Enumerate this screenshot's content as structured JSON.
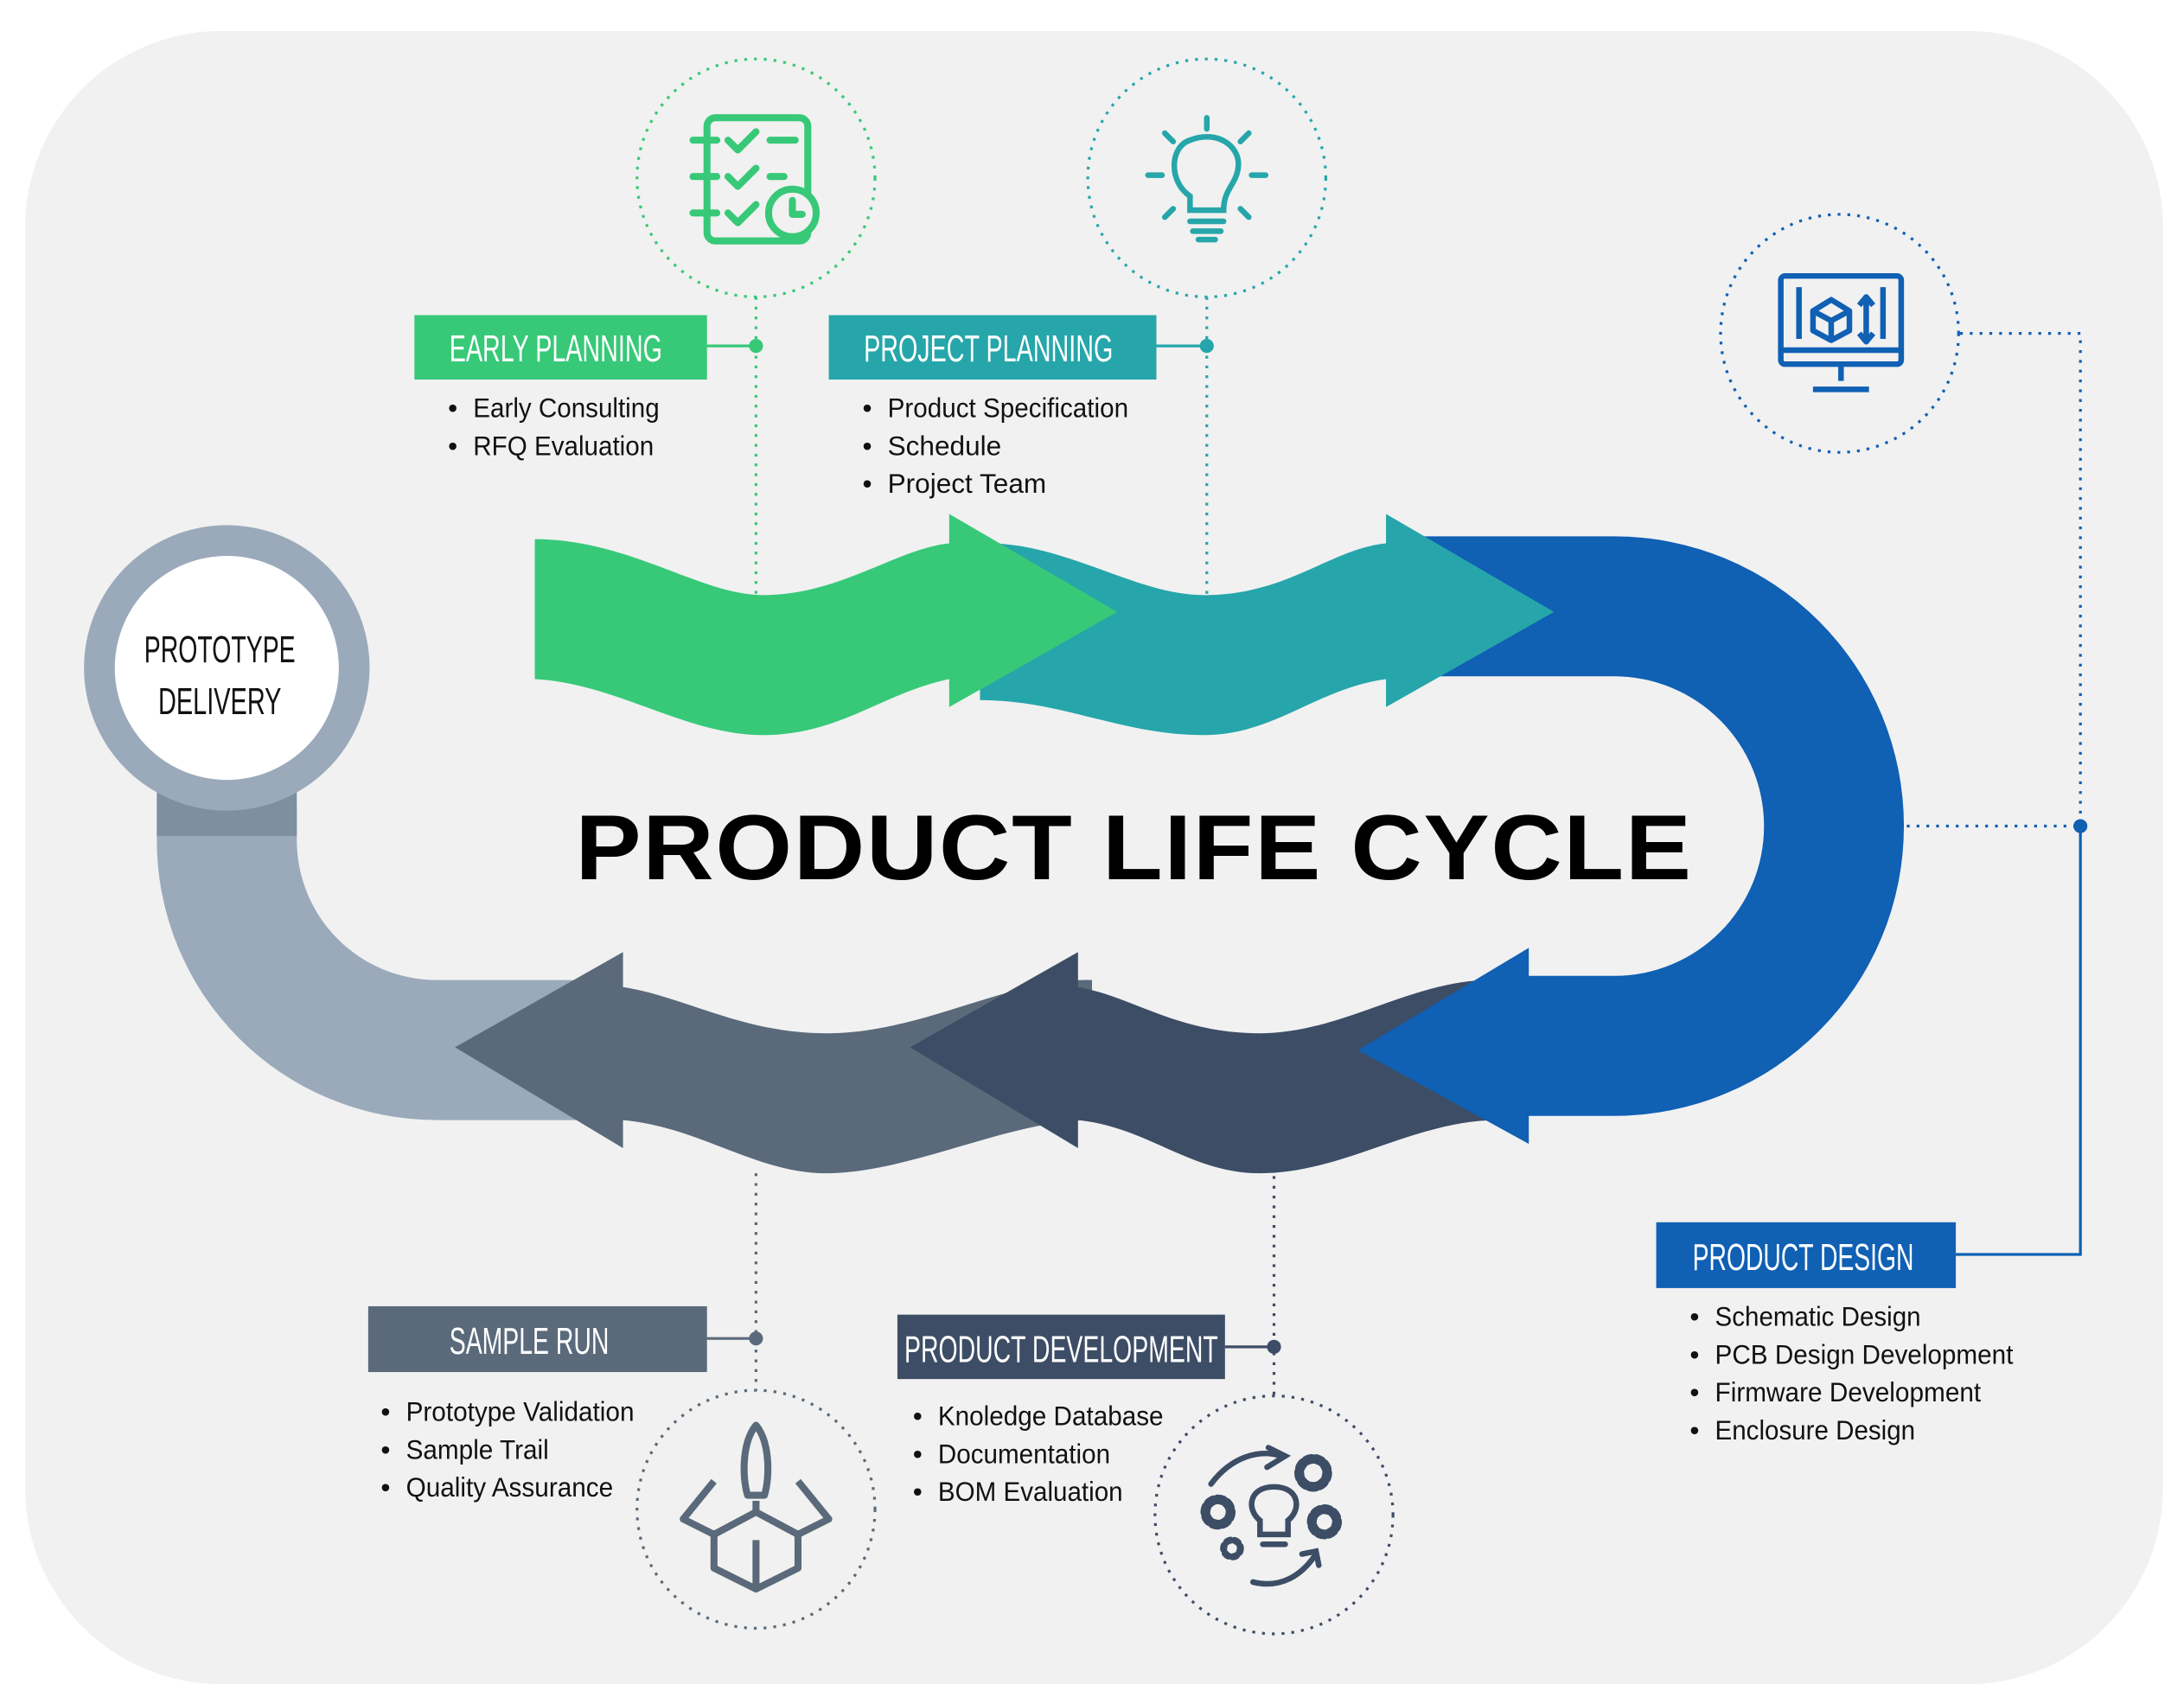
{
  "title": "PRODUCT LIFE CYCLE",
  "prototype": {
    "line1": "PROTOTYPE",
    "line2": "DELIVERY"
  },
  "stages": {
    "early_planning": {
      "label": "EARLY PLANNING",
      "color": "#37c978",
      "icon": "checklist-clock-icon",
      "items": [
        "Early Consulting",
        "RFQ Evaluation"
      ]
    },
    "project_planning": {
      "label": "PROJECT PLANNING",
      "color": "#26a6aa",
      "icon": "lightbulb-icon",
      "items": [
        "Product Specification",
        "Schedule",
        "Project Team"
      ]
    },
    "product_design": {
      "label": "PRODUCT DESIGN",
      "color": "#1060b4",
      "icon": "monitor-3d-design-icon",
      "items": [
        "Schematic Design",
        "PCB Design Development",
        "Firmware Development",
        "Enclosure Design"
      ]
    },
    "product_development": {
      "label": "PRODUCT DEVELOPMENT",
      "color": "#3d4d66",
      "icon": "gears-lightbulb-icon",
      "items": [
        "Knoledge Database",
        "Documentation",
        "BOM Evaluation"
      ]
    },
    "sample_run": {
      "label": "SAMPLE RUN",
      "color": "#5a6a7a",
      "icon": "rocket-box-icon",
      "items": [
        "Prototype Validation",
        "Sample Trail",
        "Quality Assurance"
      ]
    }
  },
  "bullet": "•"
}
